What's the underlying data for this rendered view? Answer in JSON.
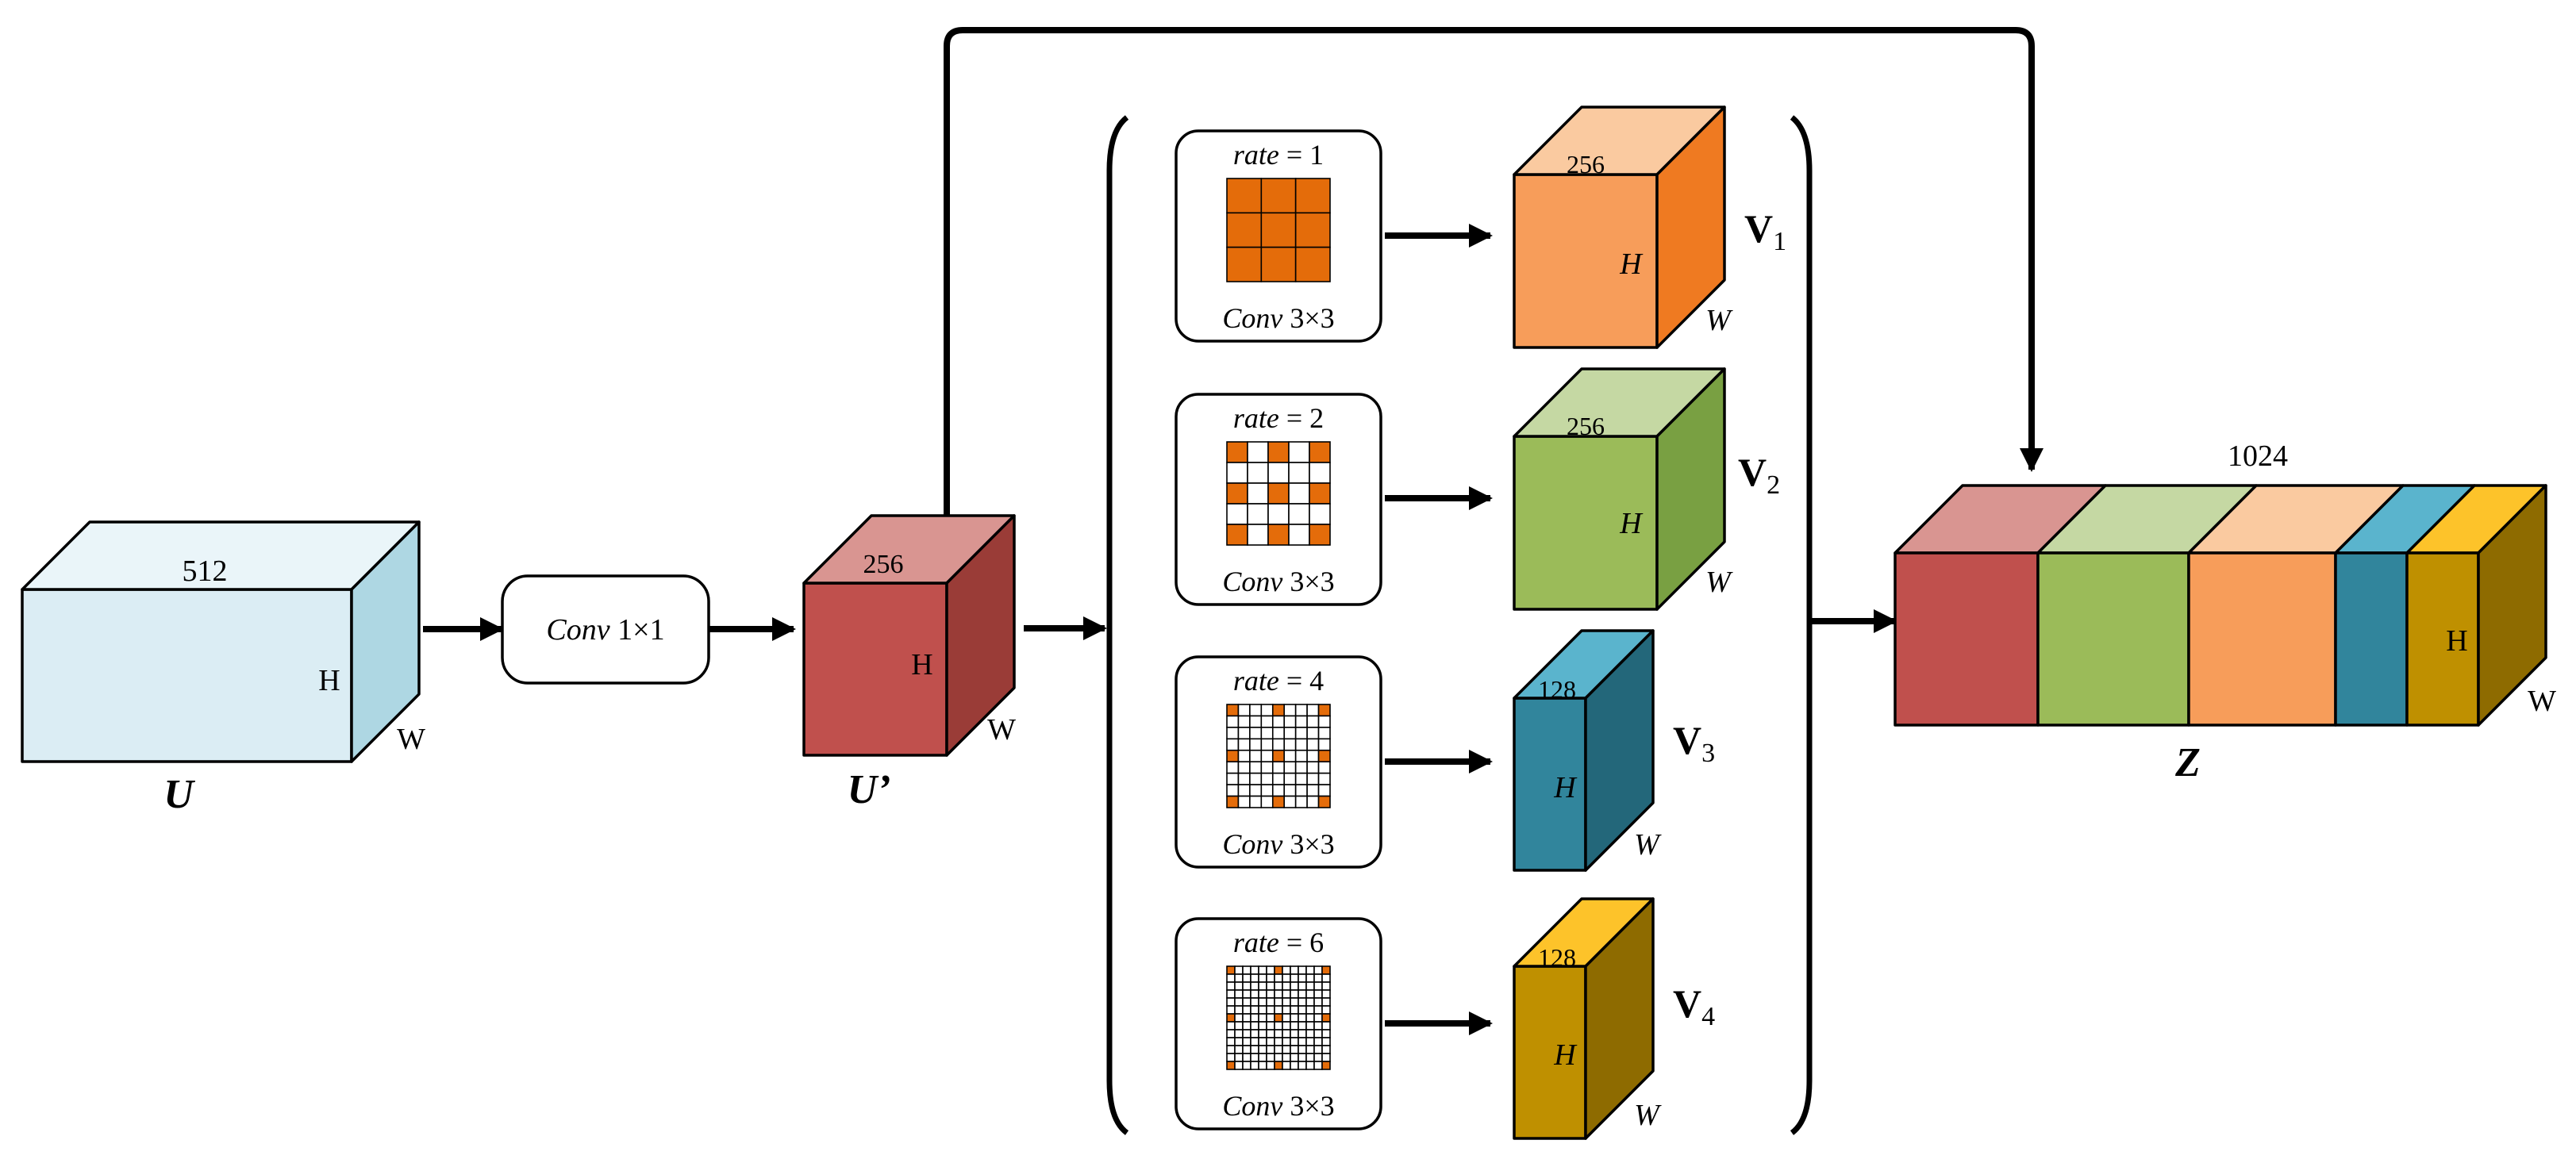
{
  "colors": {
    "U": [
      "#dbedf4",
      "#eaf5f9",
      "#aed7e3"
    ],
    "Uprime": [
      "#c0504d",
      "#d99591",
      "#9a3c37"
    ],
    "V1": [
      "#f79d5a",
      "#facaa0",
      "#ef7a21"
    ],
    "V2": [
      "#9bbb59",
      "#c5d8a3",
      "#79a042"
    ],
    "V3": [
      "#31859c",
      "#5ab4cd",
      "#23677a"
    ],
    "V4": [
      "#bf9000",
      "#fdc32a",
      "#8e6b00"
    ],
    "kernel_active": "#e46c0a"
  },
  "input": {
    "name": "U",
    "channels": "512",
    "height": "H",
    "width": "W"
  },
  "conv1x1": {
    "label": "Conv",
    "size": "1×1"
  },
  "reduced": {
    "name": "U’",
    "channels": "256",
    "height": "H",
    "width": "W"
  },
  "branches": [
    {
      "rate_label": "rate",
      "rate": "= 1",
      "conv_label": "Conv",
      "conv_size": "3×3",
      "channels": "256",
      "height": "H",
      "width": "W",
      "out_name": "V",
      "out_sub": "1"
    },
    {
      "rate_label": "rate",
      "rate": "= 2",
      "conv_label": "Conv",
      "conv_size": "3×3",
      "channels": "256",
      "height": "H",
      "width": "W",
      "out_name": "V",
      "out_sub": "2"
    },
    {
      "rate_label": "rate",
      "rate": "= 4",
      "conv_label": "Conv",
      "conv_size": "3×3",
      "channels": "128",
      "height": "H",
      "width": "W",
      "out_name": "V",
      "out_sub": "3"
    },
    {
      "rate_label": "rate",
      "rate": "= 6",
      "conv_label": "Conv",
      "conv_size": "3×3",
      "channels": "128",
      "height": "H",
      "width": "W",
      "out_name": "V",
      "out_sub": "4"
    }
  ],
  "output": {
    "name": "Z",
    "channels": "1024",
    "height": "H",
    "width": "W"
  }
}
